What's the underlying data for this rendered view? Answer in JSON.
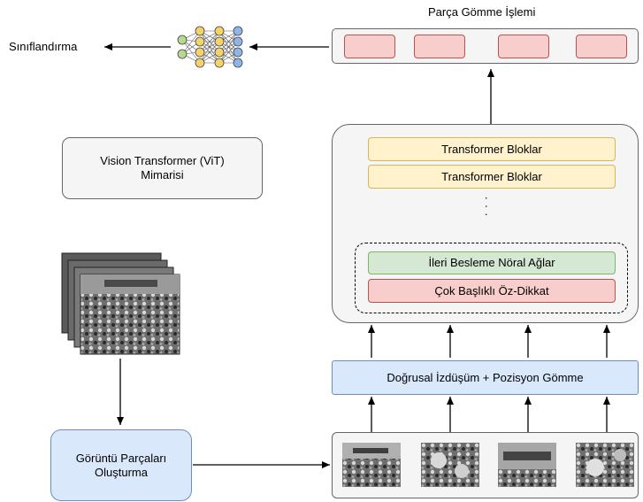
{
  "diagram": {
    "classification_label": "Sınıflandırma",
    "patch_embedding_title": "Parça Gömme İşlemi",
    "vit_title_line1": "Vision Transformer (ViT)",
    "vit_title_line2": "Mimarisi",
    "transformer_block_1": "Transformer Bloklar",
    "transformer_block_2": "Transformer Bloklar",
    "ellipsis": ". . .",
    "feedforward_label": "İleri Besleme Nöral Ağlar",
    "attention_label": "Çok Başlıklı Öz-Dikkat",
    "linear_projection_label": "Doğrusal İzdüşüm + Pozisyon Gömme",
    "patch_creation_line1": "Görüntü Parçaları",
    "patch_creation_line2": "Oluşturma",
    "patch_embedding_cells": 4,
    "image_patches": 4
  },
  "colors": {
    "yellow_fill": "#fff2cc",
    "yellow_stroke": "#d6b656",
    "green_fill": "#d5e8d4",
    "green_stroke": "#82b366",
    "red_fill": "#f8cecc",
    "red_stroke": "#b85450",
    "blue_fill": "#dae8fc",
    "blue_stroke": "#6c8ebf",
    "gray_fill": "#f5f5f5",
    "gray_stroke": "#666666"
  }
}
